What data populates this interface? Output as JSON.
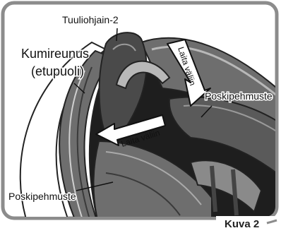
{
  "labels": {
    "deflector": "Tuuliohjain-2",
    "rubber_edge_line1": "Kumireunus",
    "rubber_edge_line2": "(etupuoli)",
    "cheek_pad_right": "Poskipehmuste",
    "cheek_pad_bottom": "Poskipehmuste",
    "arrow_top": "Laita väliin",
    "arrow_middle": "Laita väliin"
  },
  "caption": "Kuva 2",
  "colors": {
    "frame": "#8c8c8c",
    "shell_dark": "#3a3a3a",
    "shell_mid": "#6e6e6e",
    "shell_light": "#b8b8b8",
    "interior_dark": "#1e1e1e"
  }
}
